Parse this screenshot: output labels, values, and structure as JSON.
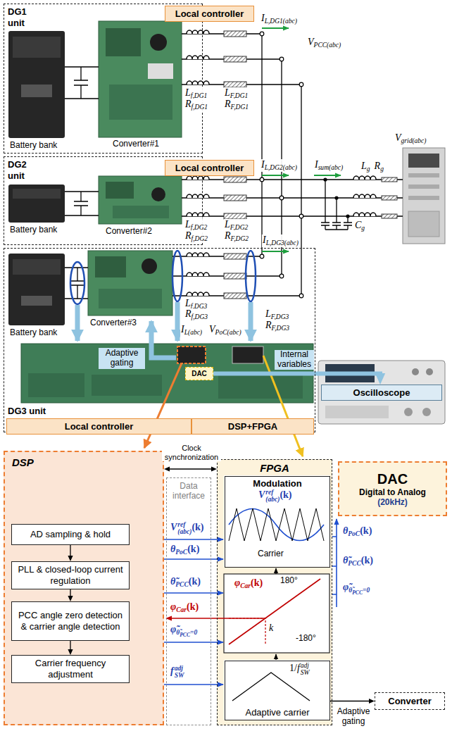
{
  "diagram": {
    "nodes": [
      {
        "text": [
          "DG1 unit"
        ]
      },
      {
        "text": [
          "Local controller"
        ],
        "in": 0
      },
      {
        "text": [
          "DG2 unit"
        ]
      },
      {
        "text": [
          "Local controller"
        ],
        "in": 2
      },
      {
        "text": [
          "DG3 unit"
        ]
      },
      {
        "text": [
          "DAC"
        ],
        "in": 4
      },
      {
        "text": [
          "Local controller"
        ],
        "in": 4
      },
      {
        "text": [
          "DSP+FPGA"
        ],
        "in": 4
      },
      {
        "text": [
          "Oscilloscope"
        ]
      },
      {
        "text": [
          "DSP"
        ]
      },
      {
        "text": [
          "AD sampling & hold"
        ],
        "in": 9
      },
      {
        "text": [
          "PLL & closed-loop current regulation"
        ],
        "in": 9
      },
      {
        "text": [
          "PCC angle zero detection & carrier angle detection"
        ],
        "in": 9
      },
      {
        "text": [
          "Carrier frequency adjustment"
        ],
        "in": 9
      },
      {
        "text": [
          "Data interface"
        ]
      },
      {
        "text": [
          "FPGA"
        ]
      },
      {
        "text": [
          "Modulation"
        ],
        "in": 15
      },
      {
        "text": [
          "Adaptive carrier"
        ],
        "in": 15
      },
      {
        "text": [
          "DAC",
          "Digital to Analog",
          "(20kHz)"
        ]
      },
      {
        "text": [
          "Converter"
        ]
      }
    ],
    "edges": [
      {
        "from": 10,
        "to": 11,
        "arrow": "to"
      },
      {
        "from": 11,
        "to": 12,
        "arrow": "to"
      },
      {
        "from": 12,
        "to": 13,
        "arrow": "to"
      },
      {
        "from": 9,
        "to": 15,
        "arrow": "both",
        "label": "Clock synchronization"
      },
      {
        "from": 5,
        "to": 8,
        "arrow": "to",
        "label": "Internal variables"
      },
      {
        "from": 17,
        "to": 19,
        "arrow": "to",
        "label": "Adaptive gating"
      }
    ],
    "labels": [
      "I",
      "L,DG1(abc)",
      "V",
      "PCC(abc)",
      "L",
      "f,DG1",
      "R",
      "f,DG1",
      "L",
      "F,DG1",
      "R",
      "F,DG1",
      "Battery bank",
      "Converter#1",
      "I",
      "L,DG2(abc)",
      "I",
      "sum(abc)",
      "L",
      "g",
      "R",
      "g",
      "V",
      "grid(abc)",
      "L",
      "f,DG2",
      "R",
      "f,DG2",
      "L",
      "F,DG2",
      "R",
      "F,DG2",
      "C",
      "g",
      "Battery bank",
      "Converter#2",
      "I",
      "L,DG3(abc)",
      "L",
      "f,DG3",
      "R",
      "f,DG3",
      "L",
      "F,DG3",
      "R",
      "F,DG3",
      "I",
      "L(abc)",
      "V",
      "PoC(abc)",
      "Battery bank",
      "Converter#3",
      "Adaptive gating",
      "V",
      "ref",
      "(abc)",
      "(k)",
      "θ",
      "PoC",
      "(k)",
      "θ̃",
      "PCC",
      "(k)",
      "φ",
      "Car",
      "(k)",
      "φ̃",
      "θ̃",
      "PCC",
      "=0",
      "f",
      "adj",
      "SW",
      "V",
      "ref",
      "(abc)",
      "(k)",
      "Carrier",
      "φ",
      "Car",
      "(k)",
      "180°",
      "k",
      "-180°",
      "1/",
      "f",
      "adj",
      "SW",
      "θ",
      "PoC",
      "(k)",
      "θ̃",
      "PCC",
      "(k)",
      "φ̃",
      "θ̃",
      "PCC",
      "=0"
    ]
  }
}
